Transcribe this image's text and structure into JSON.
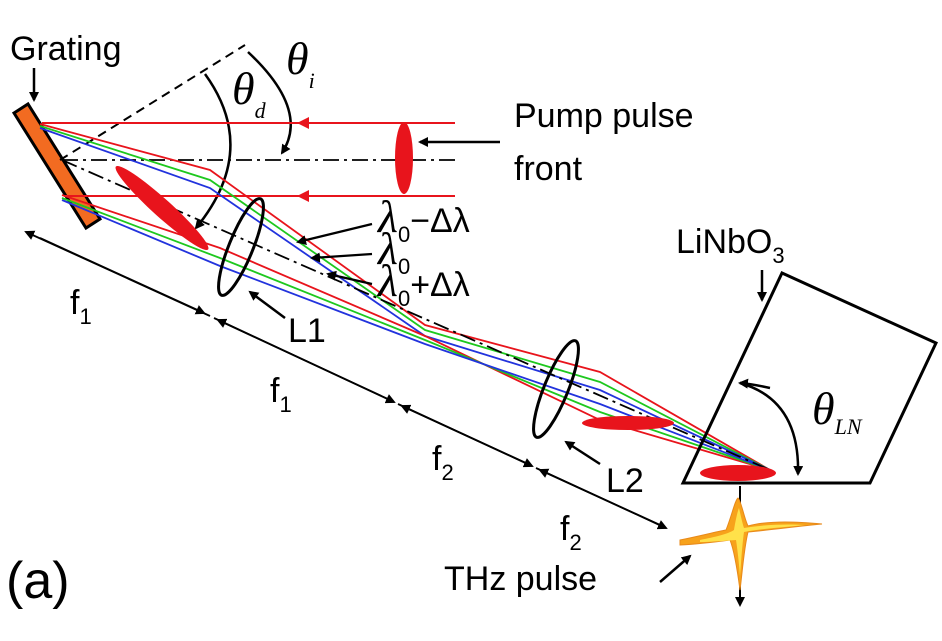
{
  "labels": {
    "grating": "Grating",
    "theta_d": "θ",
    "theta_d_sub": "d",
    "theta_i": "θ",
    "theta_i_sub": "i",
    "pump_line1": "Pump pulse",
    "pump_line2": "front",
    "lambda_minus": "λ",
    "lambda_minus_sub": "0",
    "lambda_minus_suffix": "−Δλ",
    "lambda_0": "λ",
    "lambda_0_sub": "0",
    "lambda_plus": "λ",
    "lambda_plus_sub": "0",
    "lambda_plus_suffix": "+Δλ",
    "crystal": "LiNbO",
    "crystal_sub": "3",
    "theta_ln": "θ",
    "theta_ln_sub": "LN",
    "f1_a": "f",
    "f1_a_sub": "1",
    "f1_b": "f",
    "f1_b_sub": "1",
    "f2_a": "f",
    "f2_a_sub": "2",
    "f2_b": "f",
    "f2_b_sub": "2",
    "lens1": "L1",
    "lens2": "L2",
    "thz": "THz pulse",
    "panel": "(a)"
  },
  "colors": {
    "grating_fill": "#f26b21",
    "pump_red": "#e8141c",
    "ray_red": "#e8141c",
    "ray_green": "#1ec81e",
    "ray_blue": "#2233dd",
    "thz_orange": "#f7a21b",
    "thz_yellow": "#ffe14a"
  }
}
